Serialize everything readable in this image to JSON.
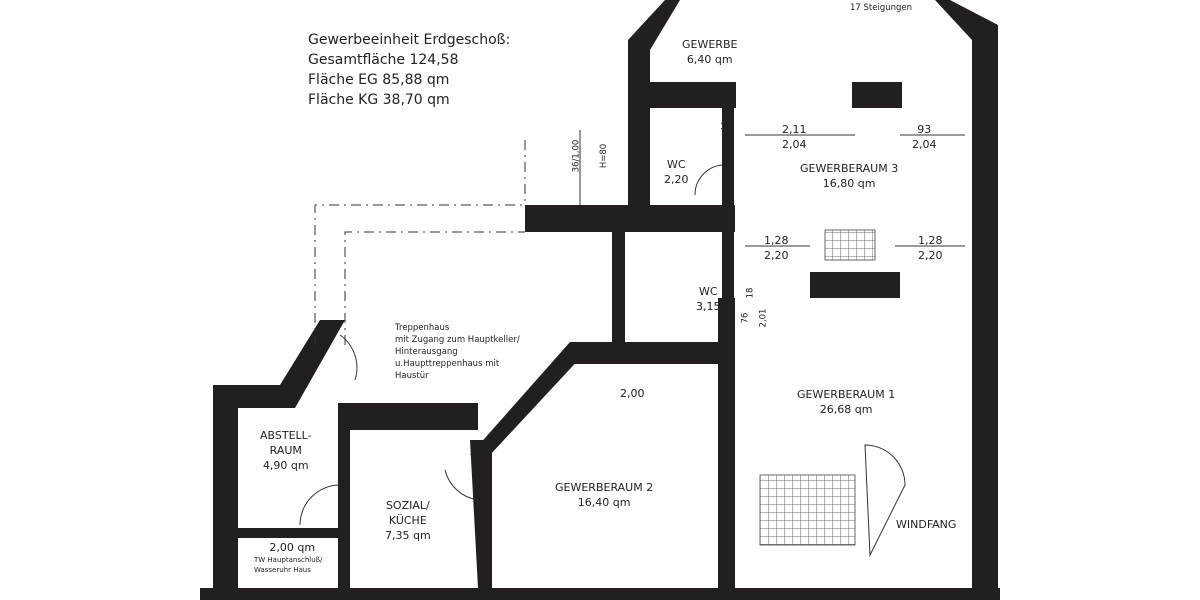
{
  "summary": {
    "title": "Gewerbeeinheit Erdgeschoß:",
    "lines": [
      "Gesamtfläche 124,58",
      "Fläche EG  85,88 qm",
      "Fläche KG  38,70 qm"
    ]
  },
  "rooms": {
    "gewerbe": {
      "name": "GEWERBE",
      "area": "6,40 qm"
    },
    "wc1": {
      "name": "WC",
      "area": "2,20"
    },
    "wc2": {
      "name": "WC",
      "area": "3,15"
    },
    "gewerberaum3": {
      "name": "GEWERBERAUM 3",
      "area": "16,80 qm"
    },
    "gewerberaum1": {
      "name": "GEWERBERAUM 1",
      "area": "26,68 qm"
    },
    "gewerberaum2": {
      "name": "GEWERBERAUM 2",
      "area": "16,40 qm"
    },
    "abstellraum": {
      "name1": "ABSTELL-",
      "name2": "RAUM",
      "area": "4,90 qm"
    },
    "kueche": {
      "name1": "SOZIAL/",
      "name2": "KÜCHE",
      "area": "7,35 qm"
    },
    "hausanschluss": {
      "area": "2,00 qm",
      "line1": "TW Hauptanschluß/",
      "line2": "Wasseruhr Haus"
    },
    "windfang": {
      "name": "WINDFANG"
    },
    "treppenhaus": {
      "lines": [
        "Treppenhaus",
        "mit Zugang zum Hauptkeller/",
        "Hinterausgang",
        "u.Haupttreppenhaus mit",
        "Haustür"
      ]
    }
  },
  "annotations": {
    "stairs": "17 Steigungen",
    "window_a": "36/1,00",
    "window_a_h": "H=80",
    "g3_top_left": [
      "2,11",
      "2,04"
    ],
    "g3_top_right": [
      "93",
      "2,04"
    ],
    "g3_bottom_left": [
      "1,28",
      "2,20"
    ],
    "g3_bottom_right": [
      "1,28",
      "2,20"
    ],
    "g1_door_a": "76",
    "g1_door_b": "2,01",
    "g1_door_c": "18",
    "g2_window": "2,00",
    "wc_mark": "18"
  },
  "colors": {
    "wall": "#231f20",
    "line": "#333333",
    "paper": "#ffffff"
  }
}
